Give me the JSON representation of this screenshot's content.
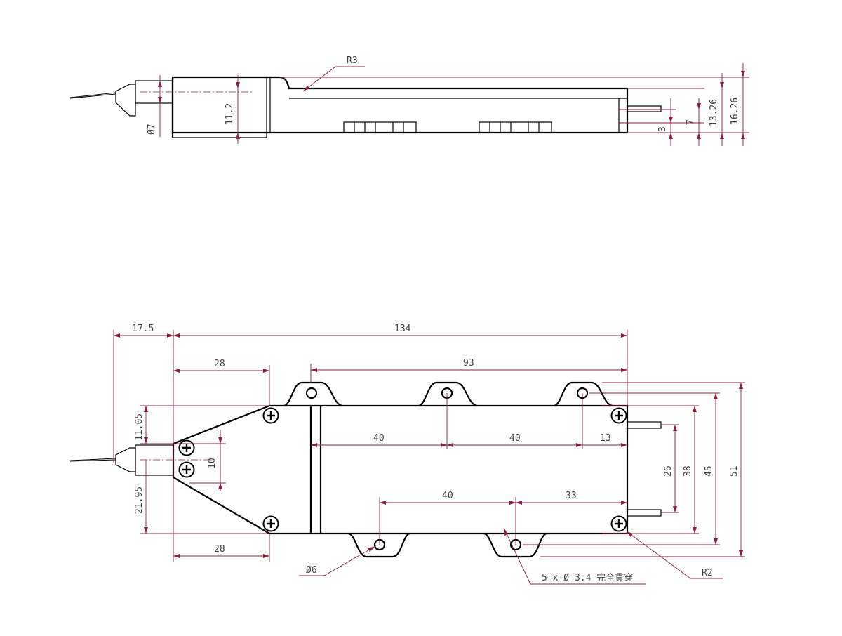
{
  "side_view": {
    "r3": "R3",
    "dia7": "Ø7",
    "h11_2": "11.2",
    "h3": "3",
    "h7": "7",
    "h13_26": "13.26",
    "h16_26": "16.26"
  },
  "top_view": {
    "w17_5": "17.5",
    "w134": "134",
    "w28_top": "28",
    "w93": "93",
    "w40_a": "40",
    "w40_b": "40",
    "w13": "13",
    "w40_c": "40",
    "w33": "33",
    "w28_bottom": "28",
    "h11_05": "11.05",
    "h10": "10",
    "h21_95": "21.95",
    "h26": "26",
    "h38": "38",
    "h45": "45",
    "h51": "51",
    "dia6": "Ø6",
    "holes_note": "5 x Ø 3.4 完全貫穿",
    "r2": "R2"
  },
  "colors": {
    "outline": "#000000",
    "dimension": "#8b1f3a",
    "dim_text": "#444444"
  }
}
